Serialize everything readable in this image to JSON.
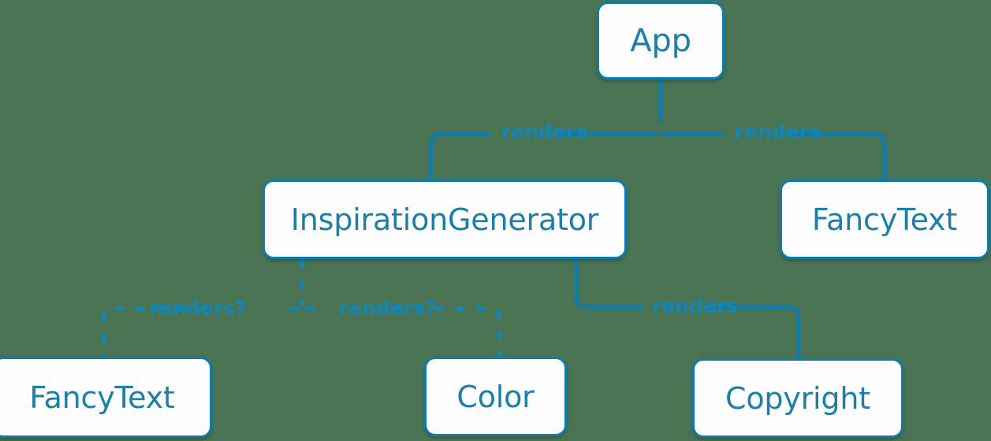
{
  "diagram": {
    "title": "React component tree",
    "background_color": "#4a7353",
    "accent_color": "#0c7cad",
    "text_color": "#1b7fa8",
    "label_color": "#1286b5",
    "nodes": [
      {
        "id": "app",
        "label": "App"
      },
      {
        "id": "inspiration",
        "label": "InspirationGenerator"
      },
      {
        "id": "fancytext_right",
        "label": "FancyText"
      },
      {
        "id": "fancytext_left",
        "label": "FancyText"
      },
      {
        "id": "color",
        "label": "Color"
      },
      {
        "id": "copyright",
        "label": "Copyright"
      }
    ],
    "edges": [
      {
        "id": "app_to_inspiration",
        "from": "app",
        "to": "inspiration",
        "label": "renders",
        "style": "solid"
      },
      {
        "id": "app_to_fancytext_right",
        "from": "app",
        "to": "fancytext_right",
        "label": "renders",
        "style": "solid"
      },
      {
        "id": "inspiration_to_copyright",
        "from": "inspiration",
        "to": "copyright",
        "label": "renders",
        "style": "solid"
      },
      {
        "id": "inspiration_to_fancytext",
        "from": "inspiration",
        "to": "fancytext_left",
        "label": "renders?",
        "style": "dashed"
      },
      {
        "id": "inspiration_to_color",
        "from": "inspiration",
        "to": "color",
        "label": "renders?",
        "style": "dashed"
      }
    ]
  }
}
